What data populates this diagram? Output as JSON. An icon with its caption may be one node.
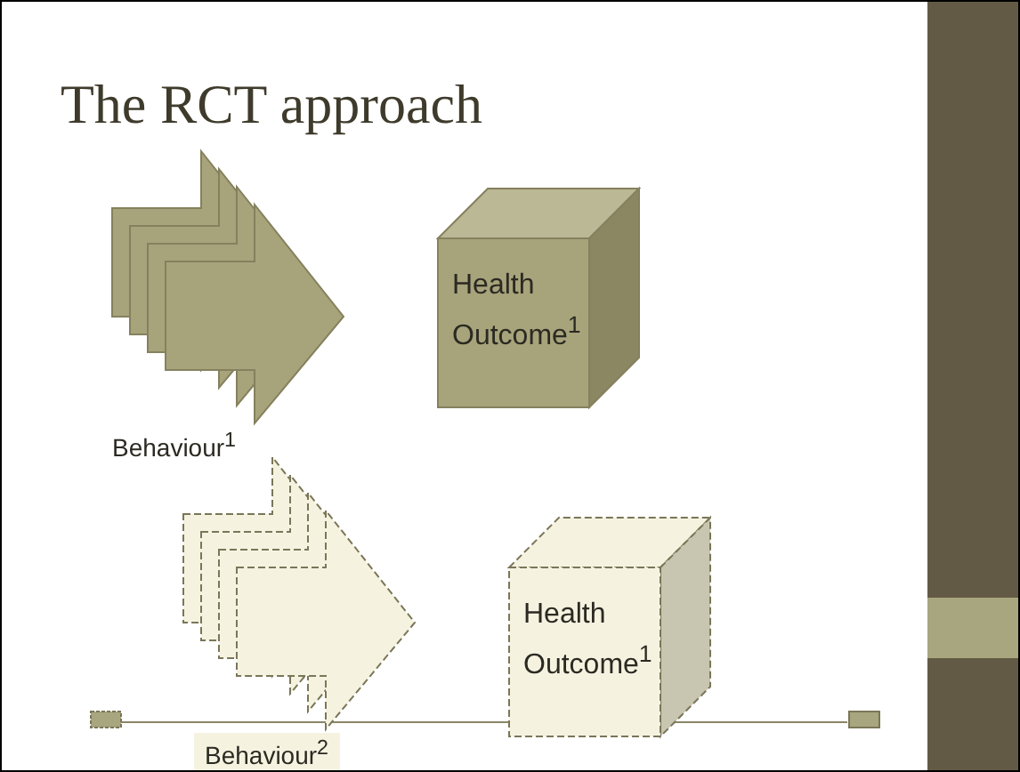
{
  "diagram": {
    "title": "The RCT approach",
    "nodes": [
      {
        "text": [],
        "shape": "arrow",
        "beside": [
          "Behaviour$^{1}$"
        ]
      },
      {
        "text": [
          "Health Outcome$^{1}$"
        ]
      },
      {
        "text": [],
        "shape": "arrow",
        "beside": [
          "Behaviour$^{2}$"
        ]
      },
      {
        "text": [
          "Health Outcome$^{1}$"
        ]
      }
    ],
    "edges": []
  }
}
